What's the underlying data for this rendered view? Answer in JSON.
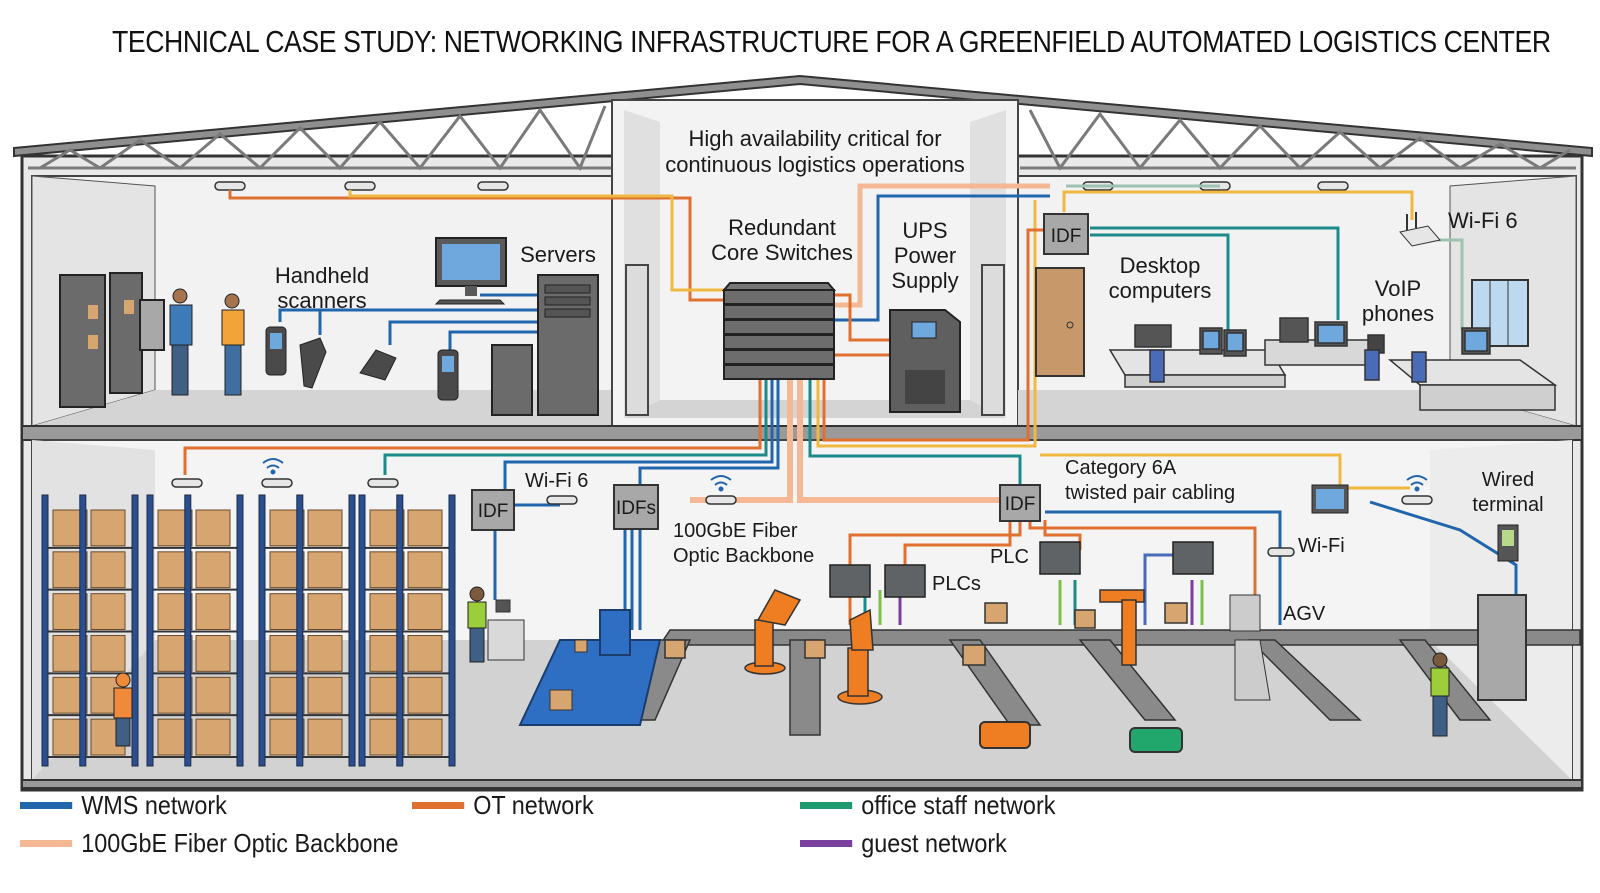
{
  "title": "TECHNICAL CASE STUDY: NETWORKING INFRASTRUCTURE FOR A GREENFIELD AUTOMATED LOGISTICS CENTER",
  "colors": {
    "wms": "#2166ac",
    "ot": "#e07030",
    "office": "#1f9a6e",
    "backbone": "#f4b895",
    "guest": "#7b3f9e",
    "yellow": "#f0b840",
    "teal": "#1c8a8a",
    "steel": "#8a8a8a",
    "rack_blue": "#2b4f8e",
    "box": "#d7a56f",
    "robot": "#ef7d22",
    "agv_green": "#21a66b",
    "screen": "#6fa8dc"
  },
  "upper_floor": {
    "core_note": [
      "High availability critical for",
      "continuous logistics operations"
    ],
    "core_switches": [
      "Redundant",
      "Core Switches"
    ],
    "ups": [
      "UPS",
      "Power",
      "Supply"
    ],
    "handheld": [
      "Handheld",
      "scanners"
    ],
    "servers": "Servers",
    "idf": "IDF",
    "desktop": [
      "Desktop",
      "computers"
    ],
    "voip": [
      "VoIP",
      "phones"
    ],
    "wifi": "Wi-Fi 6"
  },
  "lower_floor": {
    "idf_left": "IDF",
    "wifi_left": "Wi-Fi 6",
    "idfs": "IDFs",
    "backbone": [
      "100GbE Fiber",
      "Optic Backbone"
    ],
    "plcs": "PLCs",
    "plc": "PLC",
    "idf_right": "IDF",
    "cat6a": [
      "Category 6A",
      "twisted pair cabling"
    ],
    "wifi_right": "Wi-Fi",
    "agv": "AGV",
    "wired_terminal": [
      "Wired",
      "terminal"
    ]
  },
  "legend": [
    {
      "label": "WMS network",
      "color": "#2166ac"
    },
    {
      "label": "OT network",
      "color": "#e07030"
    },
    {
      "label": "office staff network",
      "color": "#1f9a6e"
    },
    {
      "label": "100GbE Fiber Optic Backbone",
      "color": "#f4b895"
    },
    {
      "label": "guest network",
      "color": "#7b3f9e"
    }
  ]
}
